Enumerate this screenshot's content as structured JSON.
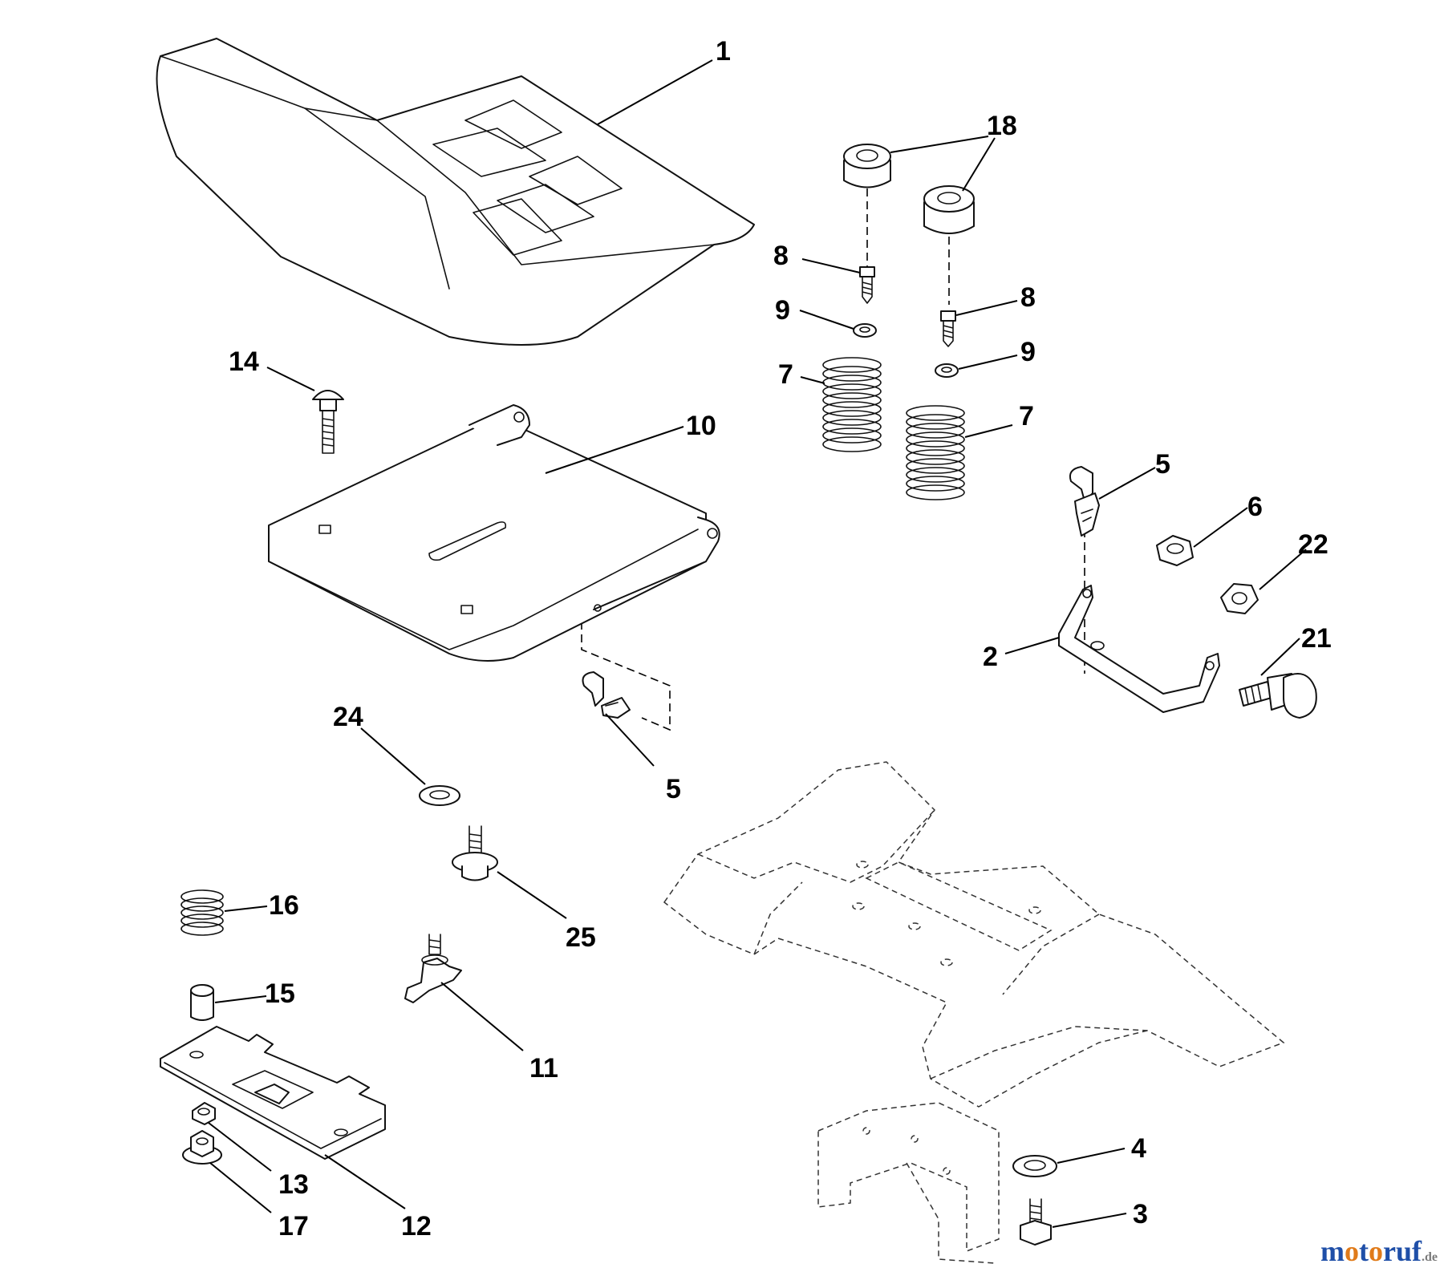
{
  "callouts": {
    "seat": "1",
    "bracket": "2",
    "bolt_bottom": "3",
    "washer_bottom": "4",
    "clip_upper": "5",
    "clip_lower": "5",
    "nut_6": "6",
    "spring_left": "7",
    "spring_right": "7",
    "screw_left": "8",
    "screw_right": "8",
    "washer_left": "9",
    "washer_right": "9",
    "pan": "10",
    "knob": "11",
    "slide_plate": "12",
    "flange_nut_13": "13",
    "carriage_bolt": "14",
    "spacer": "15",
    "small_spring": "16",
    "flange_nut_17": "17",
    "bumper": "18",
    "shoulder_bolt": "21",
    "hex_nut_22": "22",
    "washer_24": "24",
    "flange_bolt_25": "25"
  },
  "watermark": {
    "main": "motoruf",
    "suffix": ".de"
  },
  "colors": {
    "line": "#111111",
    "brand_blue": "#1f4fa8",
    "brand_orange": "#e07b1a"
  }
}
